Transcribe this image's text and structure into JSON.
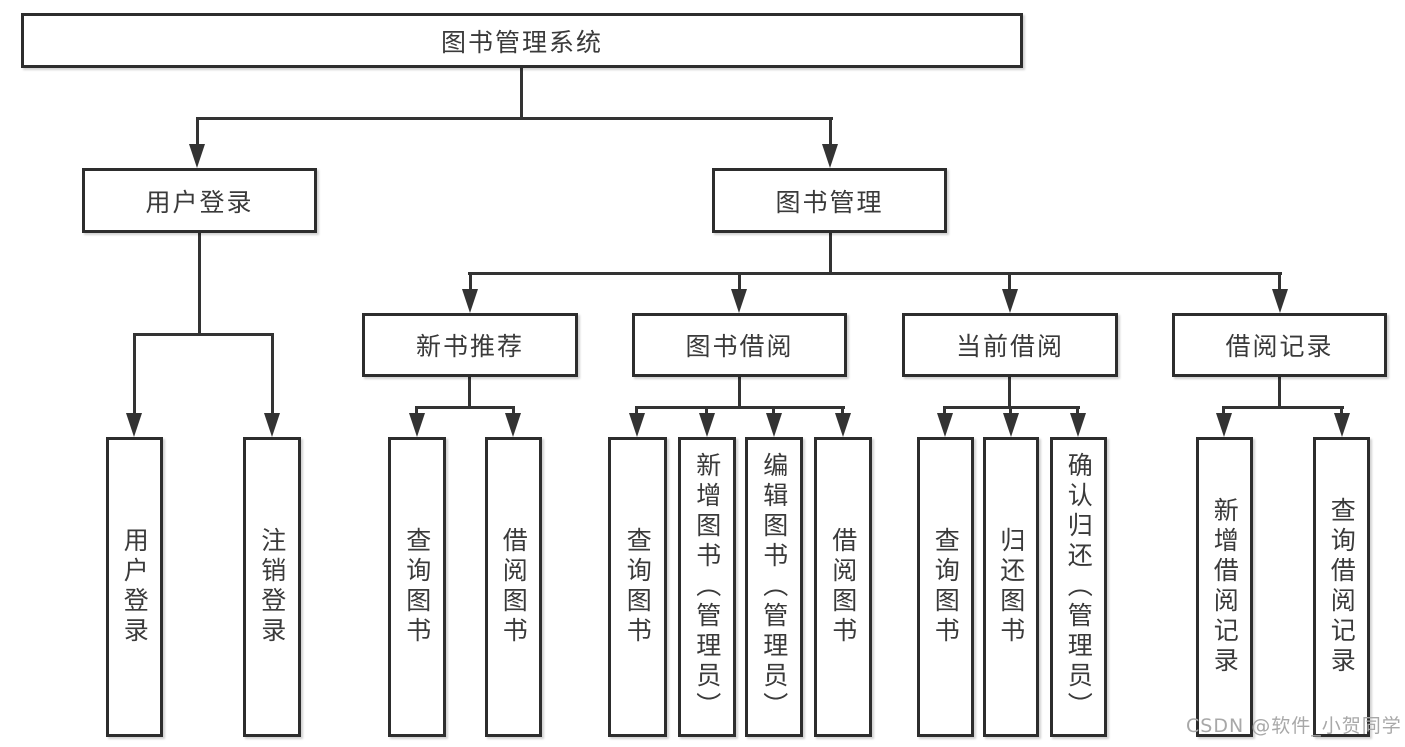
{
  "diagram": {
    "root": {
      "label": "图书管理系统"
    },
    "branches": [
      {
        "label": "用户登录",
        "children": [
          {
            "label": "用户登录"
          },
          {
            "label": "注销登录"
          }
        ]
      },
      {
        "label": "图书管理",
        "children": [
          {
            "label": "新书推荐",
            "children": [
              {
                "label": "查询图书"
              },
              {
                "label": "借阅图书"
              }
            ]
          },
          {
            "label": "图书借阅",
            "children": [
              {
                "label": "查询图书"
              },
              {
                "label": "新增图书（管理员）"
              },
              {
                "label": "编辑图书（管理员）"
              },
              {
                "label": "借阅图书"
              }
            ]
          },
          {
            "label": "当前借阅",
            "children": [
              {
                "label": "查询图书"
              },
              {
                "label": "归还图书"
              },
              {
                "label": "确认归还（管理员）"
              }
            ]
          },
          {
            "label": "借阅记录",
            "children": [
              {
                "label": "新增借阅记录"
              },
              {
                "label": "查询借阅记录"
              }
            ]
          }
        ]
      }
    ]
  },
  "watermark": {
    "text": "CSDN @软件_小贺同学"
  },
  "colors": {
    "line": "#333333",
    "box_border": "#2d2d2d",
    "text": "#3a3a3a",
    "background": "#ffffff",
    "watermark": "#a8a8a8"
  }
}
